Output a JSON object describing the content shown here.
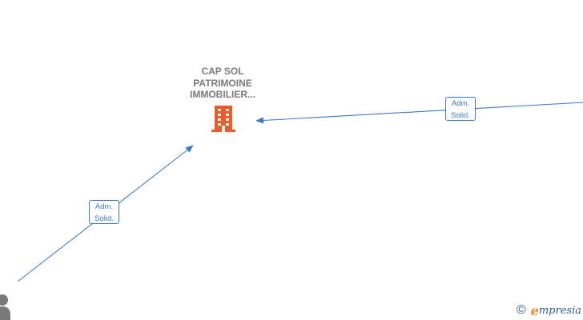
{
  "company": {
    "name": "CAP SOL\nPATRIMOINE\nIMMOBILIER...",
    "icon": "building-icon",
    "icon_color": "#f05a28"
  },
  "relations": [
    {
      "label": "Adm.\nSolid."
    },
    {
      "label": "Adm.\nSolid."
    }
  ],
  "person_node": {
    "icon": "person-icon",
    "color": "#7a7a7a"
  },
  "edge_color": "#3a78c9",
  "watermark": {
    "symbol": "©",
    "brand_initial": "e",
    "brand_rest": "mpresia"
  }
}
